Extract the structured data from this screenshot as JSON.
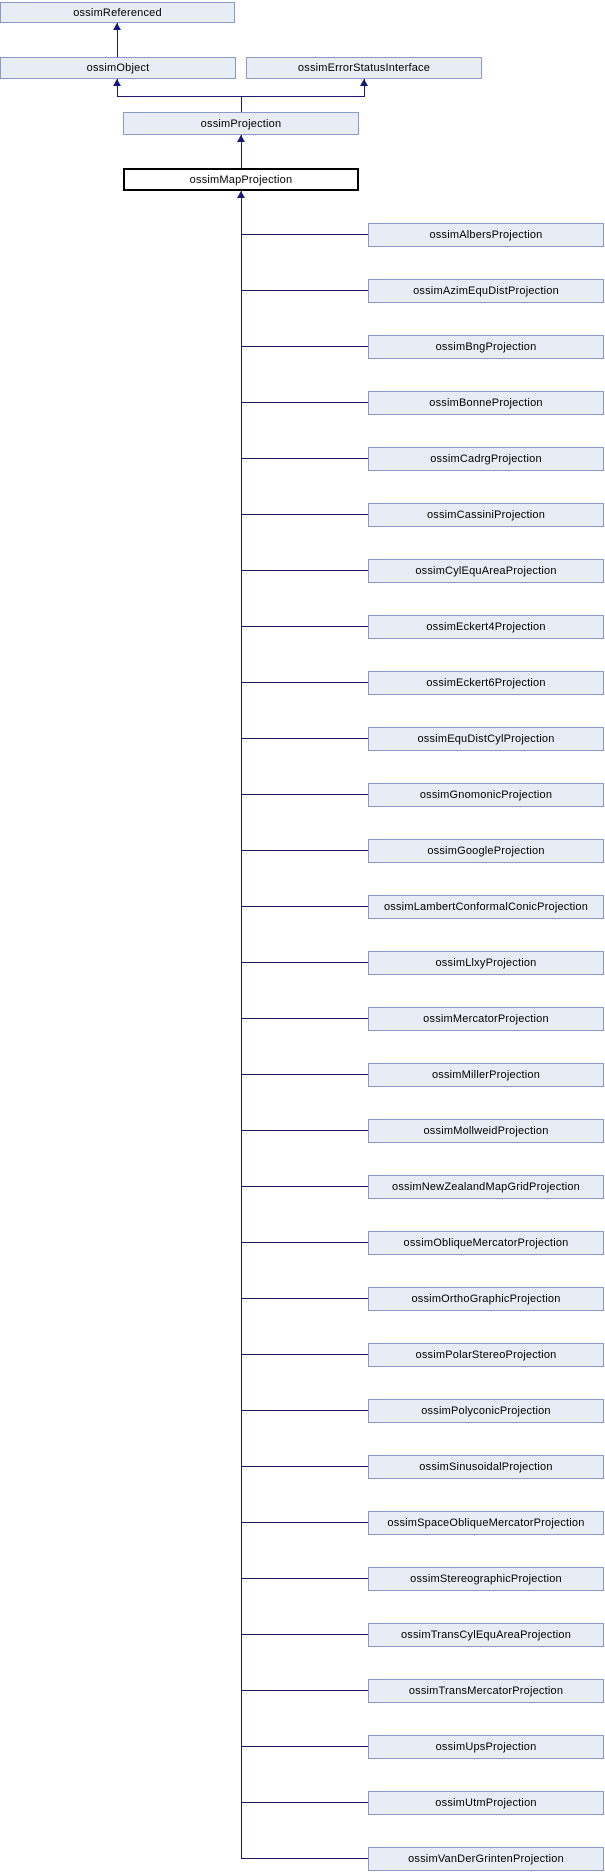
{
  "diagram": {
    "kind": "class-inheritance-graph",
    "base_nodes": {
      "referenced": "ossimReferenced",
      "object": "ossimObject",
      "error_status": "ossimErrorStatusInterface",
      "projection": "ossimProjection"
    },
    "current_node": "ossimMapProjection",
    "derived_nodes": [
      "ossimAlbersProjection",
      "ossimAzimEquDistProjection",
      "ossimBngProjection",
      "ossimBonneProjection",
      "ossimCadrgProjection",
      "ossimCassiniProjection",
      "ossimCylEquAreaProjection",
      "ossimEckert4Projection",
      "ossimEckert6Projection",
      "ossimEquDistCylProjection",
      "ossimGnomonicProjection",
      "ossimGoogleProjection",
      "ossimLambertConformalConicProjection",
      "ossimLlxyProjection",
      "ossimMercatorProjection",
      "ossimMillerProjection",
      "ossimMollweidProjection",
      "ossimNewZealandMapGridProjection",
      "ossimObliqueMercatorProjection",
      "ossimOrthoGraphicProjection",
      "ossimPolarStereoProjection",
      "ossimPolyconicProjection",
      "ossimSinusoidalProjection",
      "ossimSpaceObliqueMercatorProjection",
      "ossimStereographicProjection",
      "ossimTransCylEquAreaProjection",
      "ossimTransMercatorProjection",
      "ossimUpsProjection",
      "ossimUtmProjection",
      "ossimVanDerGrintenProjection"
    ],
    "colors": {
      "background": "#ffffff",
      "node_fill": "#e8ecf5",
      "node_border": "#8a9ac6",
      "current_fill": "#ffffff",
      "current_border": "#000000",
      "edge": "#191970",
      "text": "#000000"
    }
  }
}
